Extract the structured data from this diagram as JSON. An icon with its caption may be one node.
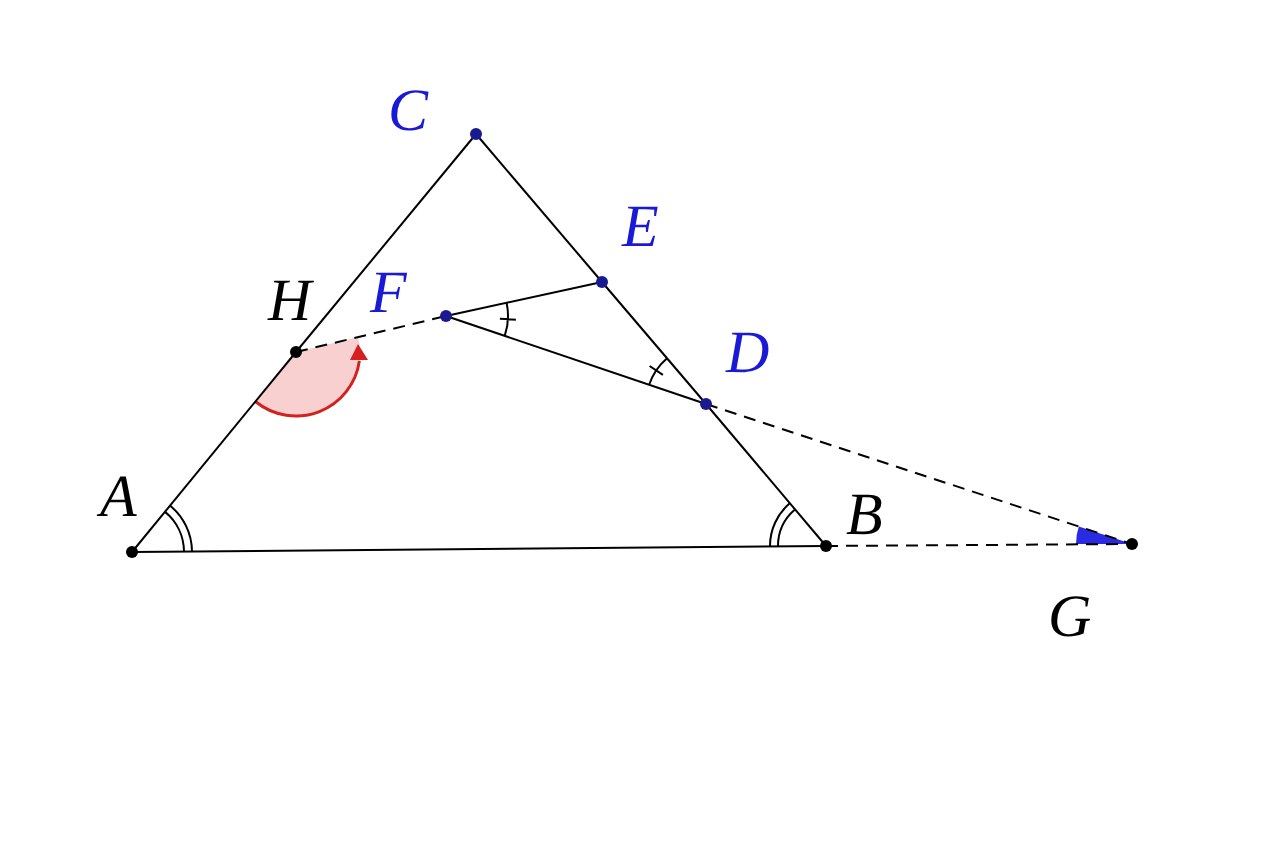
{
  "diagram": {
    "nodes": [
      {
        "text": [
          "A"
        ]
      },
      {
        "text": [
          "B"
        ]
      },
      {
        "text": [
          "C"
        ]
      },
      {
        "text": [
          "D"
        ]
      },
      {
        "text": [
          "E"
        ]
      },
      {
        "text": [
          "F"
        ]
      },
      {
        "text": [
          "G"
        ]
      },
      {
        "text": [
          "H"
        ]
      }
    ],
    "edges": [
      {
        "from": 0,
        "to": 7,
        "arrow": "none"
      },
      {
        "from": 7,
        "to": 2,
        "arrow": "none"
      },
      {
        "from": 2,
        "to": 4,
        "arrow": "none"
      },
      {
        "from": 4,
        "to": 3,
        "arrow": "none"
      },
      {
        "from": 3,
        "to": 1,
        "arrow": "none"
      },
      {
        "from": 0,
        "to": 1,
        "arrow": "none"
      },
      {
        "from": 1,
        "to": 6,
        "arrow": "none",
        "style": "dashed"
      },
      {
        "from": 3,
        "to": 6,
        "arrow": "none",
        "style": "dashed"
      },
      {
        "from": 7,
        "to": 5,
        "arrow": "none",
        "style": "dashed"
      },
      {
        "from": 5,
        "to": 4,
        "arrow": "none"
      },
      {
        "from": 5,
        "to": 3,
        "arrow": "none"
      }
    ]
  }
}
